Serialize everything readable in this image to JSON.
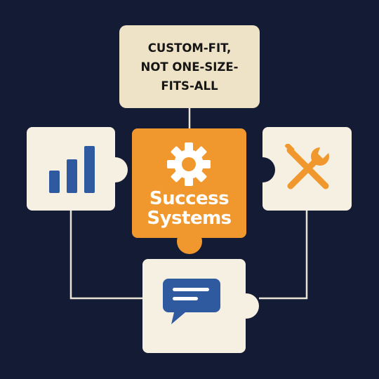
{
  "callout": {
    "lines": [
      "CUSTOM-FIT,",
      "NOT ONE-SIZE-",
      "FITS-ALL"
    ]
  },
  "center": {
    "title_line1": "Success",
    "title_line2": "Systems"
  },
  "colors": {
    "background": "#141b35",
    "accent_orange": "#f0982e",
    "tile_cream": "#f6f0e2",
    "callout_beige": "#efe3c7",
    "icon_blue": "#2f5aa0",
    "line": "#e9e4d6"
  },
  "icons": {
    "left": "bar-chart-icon",
    "center": "gear-icon",
    "right": "tools-icon",
    "bottom": "chat-bubble-icon"
  }
}
